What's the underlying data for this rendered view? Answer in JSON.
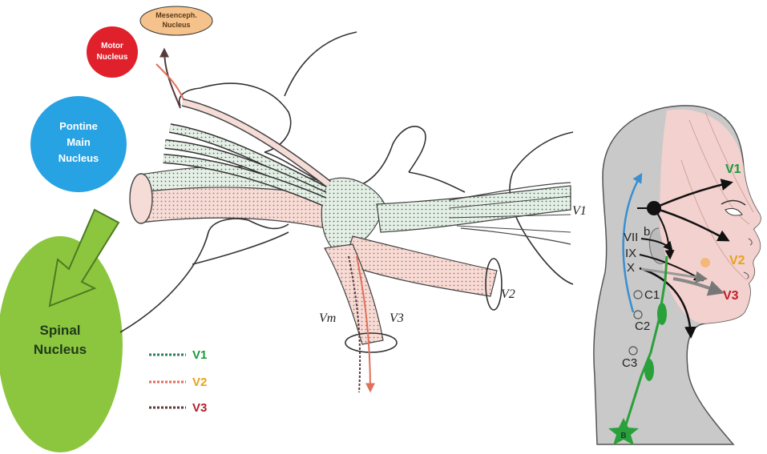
{
  "nuclei": {
    "mesenceph": {
      "line1": "Mesenceph.",
      "line2": "Nucleus",
      "color": "#f4c28a"
    },
    "motor": {
      "line1": "Motor",
      "line2": "Nucleus",
      "color": "#e0202a"
    },
    "pontine": {
      "line1": "Pontine",
      "line2": "Main",
      "line3": "Nucleus",
      "color": "#27a3e3"
    },
    "spinal": {
      "line1": "Spinal",
      "line2": "Nucleus",
      "color": "#8cc63f"
    }
  },
  "branches": {
    "v1": "V1",
    "v2": "V2",
    "v3": "V3",
    "vm": "Vm"
  },
  "legend": [
    {
      "label": "V1",
      "color": "#1a9a3a",
      "dash_color": "#2e7d5a"
    },
    {
      "label": "V2",
      "color": "#e7a21c",
      "dash_color": "#e06a5a"
    },
    {
      "label": "V3",
      "color": "#b3202a",
      "dash_color": "#5a3a3a"
    }
  ],
  "head": {
    "zones": [
      {
        "label": "V1",
        "color": "#1a9a3a"
      },
      {
        "label": "V2",
        "color": "#e7a21c"
      },
      {
        "label": "V3",
        "color": "#c0202a"
      }
    ],
    "nerves": {
      "vii": "VII",
      "vii_sup": "b",
      "ix": "IX",
      "x": "X"
    },
    "cervical": {
      "c1": "C1",
      "c2": "C2",
      "c3": "C3"
    },
    "star": "B"
  }
}
